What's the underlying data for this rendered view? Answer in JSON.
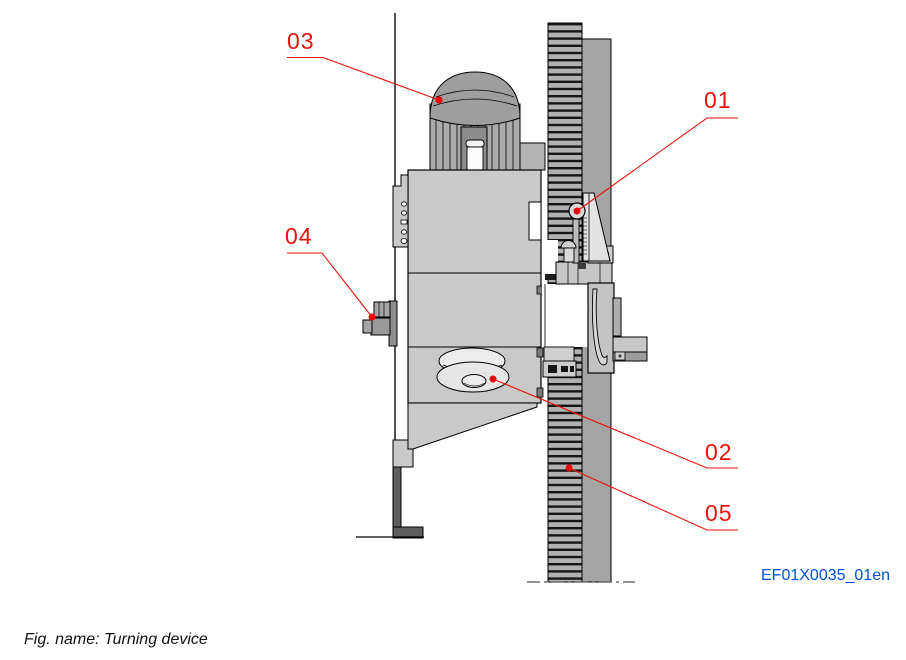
{
  "figure": {
    "caption": "Fig. name: Turning device",
    "code": "EF01X0035_01en"
  },
  "callouts": [
    {
      "id": "01",
      "label": "01",
      "points_to": "roller-pin"
    },
    {
      "id": "02",
      "label": "02",
      "points_to": "pulley"
    },
    {
      "id": "03",
      "label": "03",
      "points_to": "motor"
    },
    {
      "id": "04",
      "label": "04",
      "points_to": "side-clamp"
    },
    {
      "id": "05",
      "label": "05",
      "points_to": "gear-rack"
    }
  ],
  "colors": {
    "callout_red": "#e8140c",
    "code_blue": "#0051d4",
    "body_gray": "#c9c9c9",
    "motor_gray": "#ababab",
    "panel_gray": "#a4a4a4",
    "foot_dark_gray": "#5e5e5e"
  }
}
